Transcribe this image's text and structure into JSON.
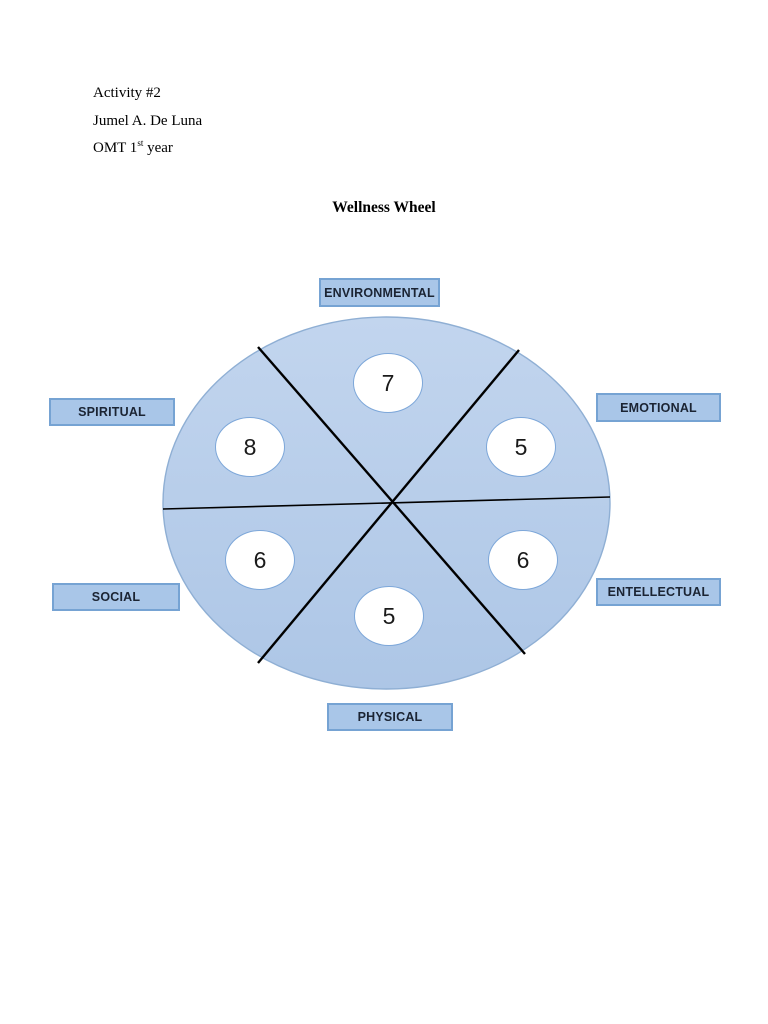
{
  "header": {
    "activity": "Activity #2",
    "author": "Jumel A. De Luna",
    "course": {
      "prefix": "OMT 1",
      "superscript": "st",
      "suffix": " year"
    }
  },
  "title": "Wellness Wheel",
  "wheel": {
    "sectors": [
      {
        "id": "environmental",
        "label": "ENVIRONMENTAL",
        "score": "7"
      },
      {
        "id": "emotional",
        "label": "EMOTIONAL",
        "score": "5"
      },
      {
        "id": "entellectual",
        "label": "ENTELLECTUAL",
        "score": "6"
      },
      {
        "id": "physical",
        "label": "PHYSICAL",
        "score": "5"
      },
      {
        "id": "social",
        "label": "SOCIAL",
        "score": "6"
      },
      {
        "id": "spiritual",
        "label": "SPIRITUAL",
        "score": "8"
      }
    ],
    "colors": {
      "text_color": "#000000",
      "wheel_fill_top": "#c2d5ee",
      "wheel_fill_bottom": "#adc6e6",
      "wheel_border": "#8fafd4",
      "label_fill": "#a9c6e8",
      "label_border": "#76a3d3",
      "label_text": "#1b2433",
      "circle_fill": "#ffffff",
      "circle_border": "#7da7d9",
      "number_color": "#1a1a1a",
      "divider": "#000000"
    }
  }
}
